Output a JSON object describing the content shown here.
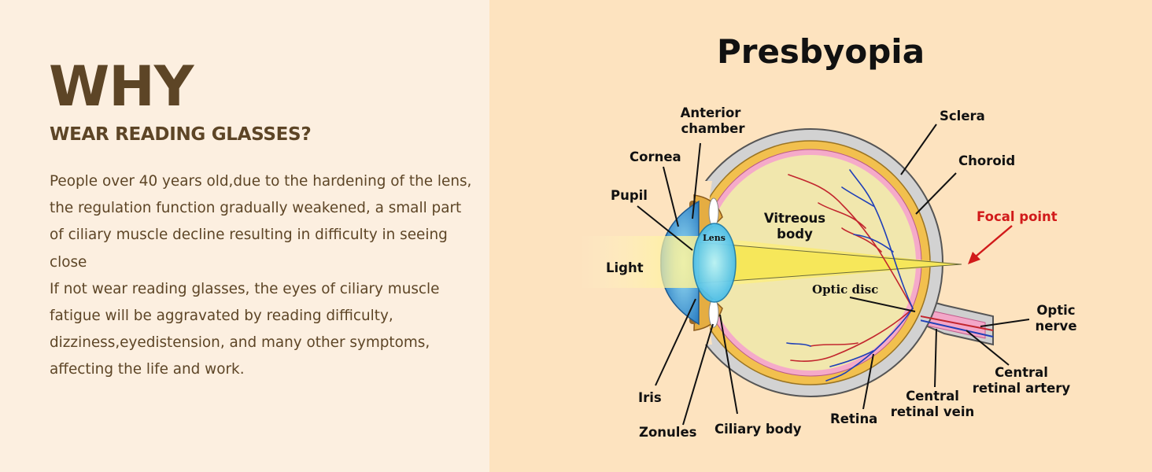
{
  "left_panel": {
    "heading": "WHY",
    "subheading": "WEAR READING GLASSES?",
    "paragraphs": [
      "People over 40 years old,due to the hardening of the lens, the regulation function gradually weakened, a small part of ciliary muscle decline resulting in difficulty in seeing close",
      "If not wear reading glasses, the eyes of ciliary muscle fatigue will be aggravated by reading difficulty, dizziness,eyedistension, and many other symptoms, affecting the life and work."
    ]
  },
  "diagram": {
    "title": "Presbyopia",
    "labels": {
      "anterior_chamber": [
        "Anterior",
        "chamber"
      ],
      "cornea": "Cornea",
      "pupil": "Pupil",
      "light": "Light",
      "lens": "Lens",
      "vitreous_body": [
        "Vitreous",
        "body"
      ],
      "sclera": "Sclera",
      "choroid": "Choroid",
      "focal_point": "Focal point",
      "optic_disc": "Optic disc",
      "optic_nerve": [
        "Optic",
        "nerve"
      ],
      "central_retinal_artery": [
        "Central",
        "retinal artery"
      ],
      "central_retinal_vein": [
        "Central",
        "retinal vein"
      ],
      "retina": "Retina",
      "ciliary_body": "Ciliary body",
      "zonules": "Zonules",
      "iris": "Iris"
    }
  },
  "colors": {
    "left_bg": "#fcefe0",
    "right_bg": "#fde3bf",
    "text_brown": "#5d4526",
    "focal_red": "#d11a1a"
  }
}
